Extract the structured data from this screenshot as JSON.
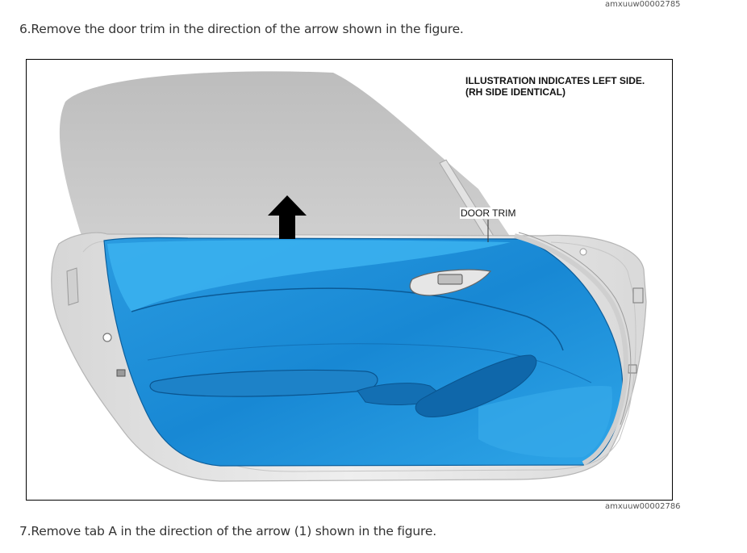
{
  "figure_codes": {
    "top": "amxuuw00002785",
    "bottom": "amxuuw00002786"
  },
  "steps": {
    "step6": "6.Remove the door trim in the direction of the arrow shown in the figure.",
    "step7": "7.Remove tab A in the direction of the arrow (1) shown in the figure."
  },
  "illustration": {
    "note_line1": "ILLUSTRATION INDICATES LEFT SIDE.",
    "note_line2": "(RH SIDE IDENTICAL)",
    "callout": "DOOR TRIM",
    "icons": [
      "up-arrow-icon"
    ],
    "colors": {
      "trim": "#1e8fd8",
      "trim_dark": "#0e6fb8",
      "trim_light": "#5cc0f0",
      "door_frame": "#e4e4e4",
      "glass": "#c4c4c4",
      "arrow": "#000000"
    }
  }
}
